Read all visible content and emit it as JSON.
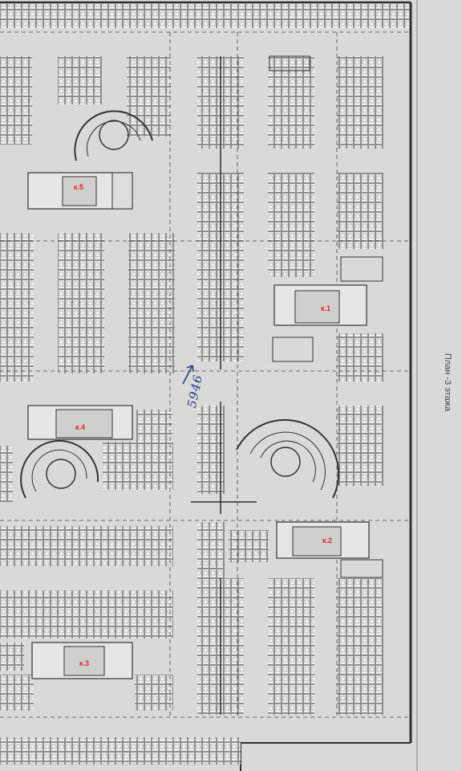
{
  "plan": {
    "title": "План -3 этажа",
    "handwritten_note": "5946",
    "cores": [
      {
        "id": "core-5",
        "label": "к.5"
      },
      {
        "id": "core-1",
        "label": "к.1"
      },
      {
        "id": "core-4",
        "label": "к.4"
      },
      {
        "id": "core-2",
        "label": "к.2"
      },
      {
        "id": "core-3",
        "label": "к.3"
      }
    ]
  },
  "colors": {
    "paper": "#d9d9d7",
    "lines": "#3a3a3a",
    "core_label": "#e8202a",
    "handwriting": "#2b3c8f"
  }
}
